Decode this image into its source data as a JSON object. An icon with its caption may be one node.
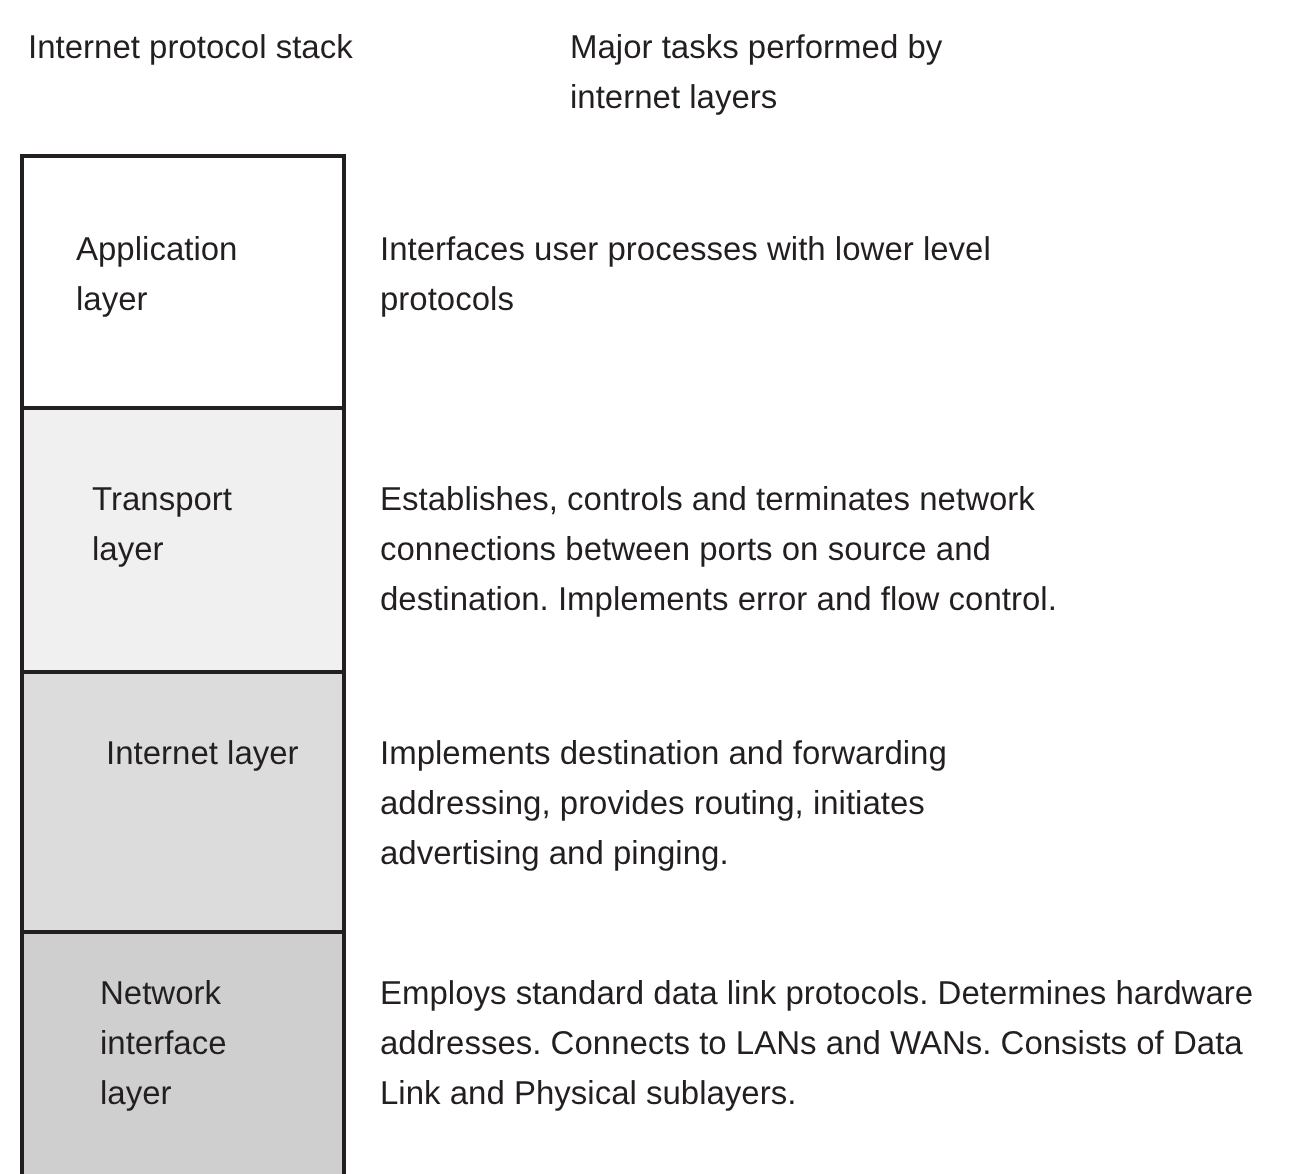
{
  "diagram": {
    "nodes": [
      {
        "text": [
          "Application layer"
        ],
        "beside": [
          "Interfaces user processes with lower level protocols"
        ]
      },
      {
        "text": [
          "Transport layer"
        ],
        "beside": [
          "Establishes, controls and terminates network connections between ports on source and destination. Implements error and flow control."
        ]
      },
      {
        "text": [
          "Internet layer"
        ],
        "beside": [
          "Implements destination and forwarding addressing, provides routing, initiates advertising and pinging."
        ]
      },
      {
        "text": [
          "Network interface layer"
        ],
        "beside": [
          "Employs standard data link protocols. Determines hardware addresses. Connects to LANs and WANs. Consists of Data Link and Physical sublayers."
        ]
      }
    ],
    "labels": [
      "Internet protocol stack",
      "Major tasks performed by internet layers"
    ]
  }
}
